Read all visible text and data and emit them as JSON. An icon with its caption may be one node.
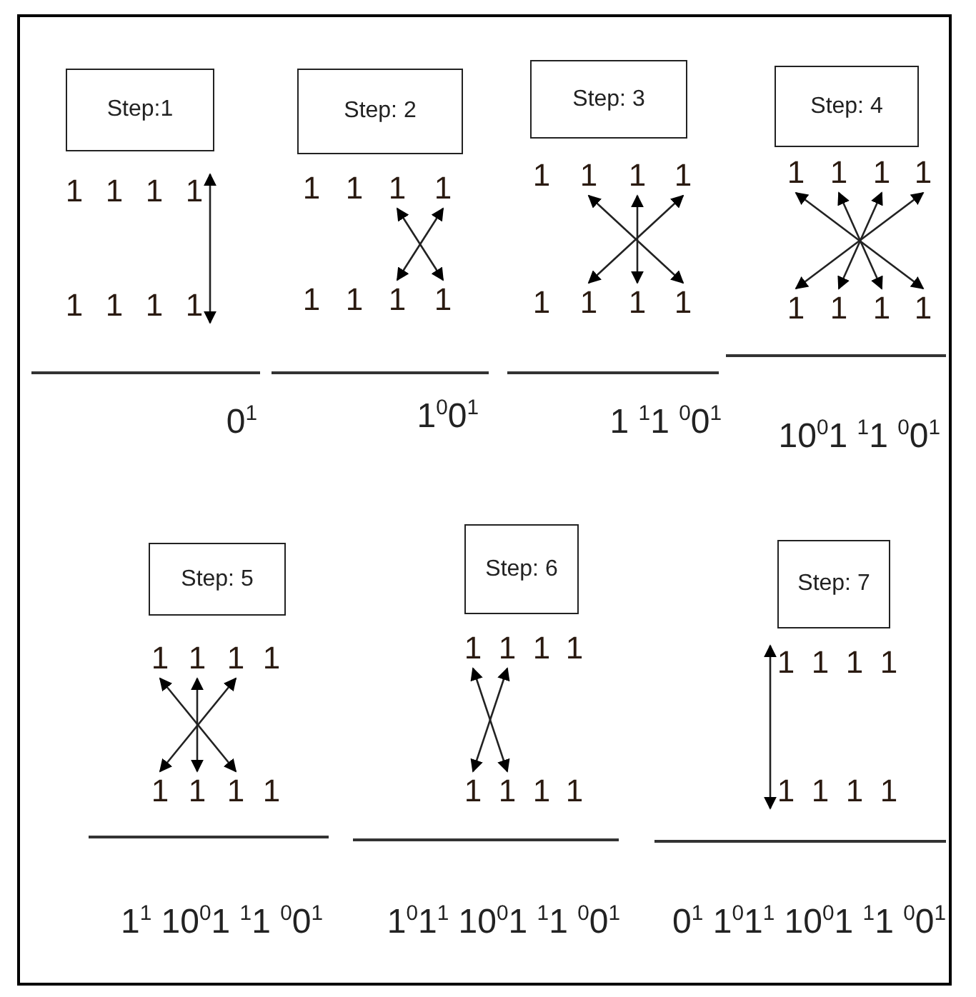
{
  "diagram": {
    "nodes": [
      {
        "text": [
          "Step:1"
        ]
      },
      {
        "text": [
          "1"
        ]
      },
      {
        "text": [
          "1"
        ]
      },
      {
        "text": [
          "1"
        ]
      },
      {
        "text": [
          "1"
        ]
      },
      {
        "text": [
          "1"
        ]
      },
      {
        "text": [
          "1"
        ]
      },
      {
        "text": [
          "1"
        ]
      },
      {
        "text": [
          "1"
        ]
      },
      {
        "text": [
          "Step: 2"
        ]
      },
      {
        "text": [
          "1"
        ]
      },
      {
        "text": [
          "1"
        ]
      },
      {
        "text": [
          "1"
        ]
      },
      {
        "text": [
          "1"
        ]
      },
      {
        "text": [
          "1"
        ]
      },
      {
        "text": [
          "1"
        ]
      },
      {
        "text": [
          "1"
        ]
      },
      {
        "text": [
          "1"
        ]
      },
      {
        "text": [
          "Step: 3"
        ]
      },
      {
        "text": [
          "1"
        ]
      },
      {
        "text": [
          "1"
        ]
      },
      {
        "text": [
          "1"
        ]
      },
      {
        "text": [
          "1"
        ]
      },
      {
        "text": [
          "1"
        ]
      },
      {
        "text": [
          "1"
        ]
      },
      {
        "text": [
          "1"
        ]
      },
      {
        "text": [
          "1"
        ]
      },
      {
        "text": [
          "Step: 4"
        ]
      },
      {
        "text": [
          "1"
        ]
      },
      {
        "text": [
          "1"
        ]
      },
      {
        "text": [
          "1"
        ]
      },
      {
        "text": [
          "1"
        ]
      },
      {
        "text": [
          "1"
        ]
      },
      {
        "text": [
          "1"
        ]
      },
      {
        "text": [
          "1"
        ]
      },
      {
        "text": [
          "1"
        ]
      },
      {
        "text": [
          "Step: 5"
        ]
      },
      {
        "text": [
          "1"
        ]
      },
      {
        "text": [
          "1"
        ]
      },
      {
        "text": [
          "1"
        ]
      },
      {
        "text": [
          "1"
        ]
      },
      {
        "text": [
          "1"
        ]
      },
      {
        "text": [
          "1"
        ]
      },
      {
        "text": [
          "1"
        ]
      },
      {
        "text": [
          "1"
        ]
      },
      {
        "text": [
          "Step: 6"
        ]
      },
      {
        "text": [
          "1"
        ]
      },
      {
        "text": [
          "1"
        ]
      },
      {
        "text": [
          "1"
        ]
      },
      {
        "text": [
          "1"
        ]
      },
      {
        "text": [
          "1"
        ]
      },
      {
        "text": [
          "1"
        ]
      },
      {
        "text": [
          "1"
        ]
      },
      {
        "text": [
          "1"
        ]
      },
      {
        "text": [
          "Step: 7"
        ]
      },
      {
        "text": [
          "1"
        ]
      },
      {
        "text": [
          "1"
        ]
      },
      {
        "text": [
          "1"
        ]
      },
      {
        "text": [
          "1"
        ]
      },
      {
        "text": [
          "1"
        ]
      },
      {
        "text": [
          "1"
        ]
      },
      {
        "text": [
          "1"
        ]
      },
      {
        "text": [
          "1"
        ]
      }
    ],
    "edges": [
      {
        "from": 4,
        "to": 8,
        "arrow": "both"
      },
      {
        "from": 12,
        "to": 17,
        "arrow": "both"
      },
      {
        "from": 13,
        "to": 16,
        "arrow": "both"
      },
      {
        "from": 20,
        "to": 26,
        "arrow": "both"
      },
      {
        "from": 21,
        "to": 25,
        "arrow": "both"
      },
      {
        "from": 22,
        "to": 24,
        "arrow": "both"
      },
      {
        "from": 28,
        "to": 35,
        "arrow": "both"
      },
      {
        "from": 29,
        "to": 34,
        "arrow": "both"
      },
      {
        "from": 30,
        "to": 33,
        "arrow": "both"
      },
      {
        "from": 31,
        "to": 32,
        "arrow": "both"
      },
      {
        "from": 37,
        "to": 43,
        "arrow": "both"
      },
      {
        "from": 38,
        "to": 42,
        "arrow": "both"
      },
      {
        "from": 39,
        "to": 41,
        "arrow": "both"
      },
      {
        "from": 46,
        "to": 51,
        "arrow": "both"
      },
      {
        "from": 47,
        "to": 50,
        "arrow": "both"
      },
      {
        "from": 55,
        "to": 59,
        "arrow": "both"
      }
    ],
    "labels": [
      "0$^{1}$",
      "1$^{0}$0$^{1}$",
      "1 $^{1}$1 $^{0}$0$^{1}$",
      "10$^{0}$1 $^{1}$1 $^{0}$0$^{1}$",
      "1$^{1}$ 10$^{0}$1 $^{1}$1 $^{0}$0$^{1}$",
      "1$^{0}$1$^{1}$ 10$^{0}$1 $^{1}$1 $^{0}$0$^{1}$",
      "0$^{1}$ 1$^{0}$1$^{1}$ 10$^{0}$1 $^{1}$1 $^{0}$0$^{1}$"
    ]
  }
}
